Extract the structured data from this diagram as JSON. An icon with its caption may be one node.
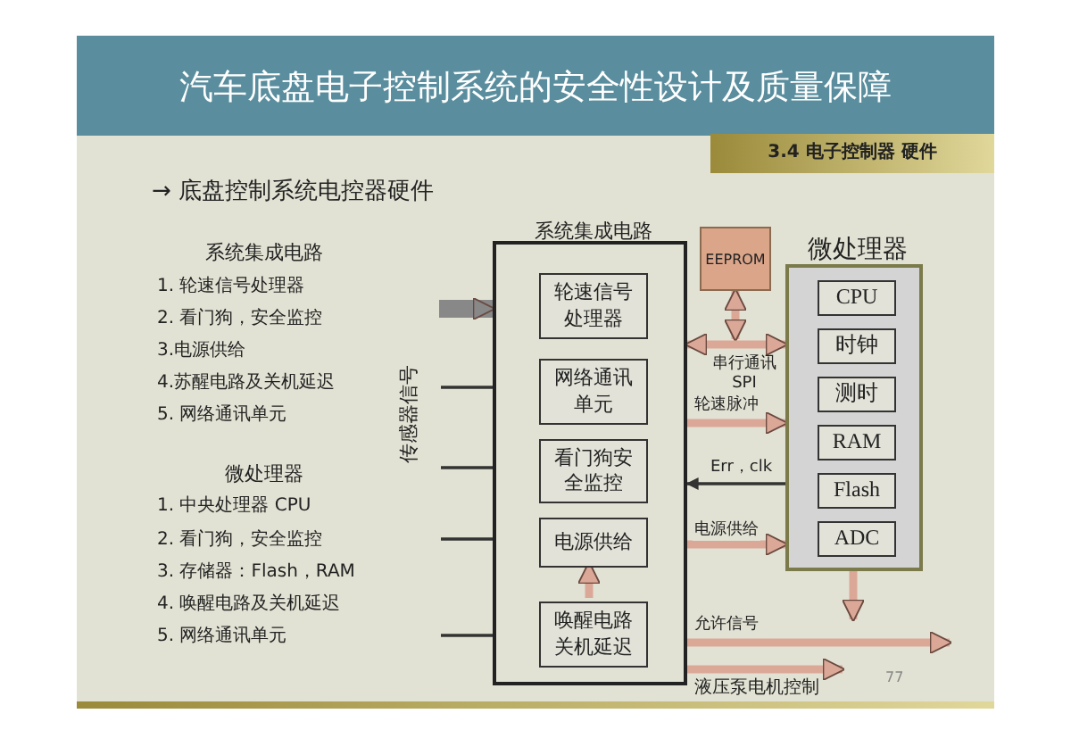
{
  "diagram": {
    "title": "汽车底盘电子控制系统的安全性设计及质量保障",
    "nodes": [
      {
        "text": [
          "系统集成电路"
        ]
      },
      {
        "text": [
          "轮速信号处理器"
        ],
        "in": 0
      },
      {
        "text": [
          "网络通讯单元"
        ],
        "in": 0
      },
      {
        "text": [
          "看门狗安全监控"
        ],
        "in": 0
      },
      {
        "text": [
          "电源供给"
        ],
        "in": 0
      },
      {
        "text": [
          "唤醒电路关机延迟"
        ],
        "in": 0
      },
      {
        "text": [
          "EEPROM"
        ]
      },
      {
        "text": [
          "微处理器"
        ]
      },
      {
        "text": [
          "CPU"
        ],
        "in": 7
      },
      {
        "text": [
          "时钟"
        ],
        "in": 7
      },
      {
        "text": [
          "测时"
        ],
        "in": 7
      },
      {
        "text": [
          "RAM"
        ],
        "in": 7
      },
      {
        "text": [
          "Flash"
        ],
        "in": 7
      },
      {
        "text": [
          "ADC"
        ],
        "in": 7
      }
    ],
    "edges": [
      {
        "from": null,
        "to": 0,
        "arrow": "to",
        "style": "thick",
        "color": "#888888"
      },
      {
        "from": null,
        "to": 0,
        "arrow": "none",
        "color": "#333333"
      },
      {
        "from": null,
        "to": 0,
        "arrow": "none",
        "color": "#333333"
      },
      {
        "from": null,
        "to": 0,
        "arrow": "none",
        "color": "#333333"
      },
      {
        "from": null,
        "to": 0,
        "arrow": "none",
        "color": "#333333"
      },
      {
        "from": 5,
        "to": 4,
        "arrow": "to"
      },
      {
        "from": 6,
        "to": null,
        "arrow": "both"
      },
      {
        "from": 0,
        "to": 7,
        "arrow": "both",
        "label": "串行通讯 SPI"
      },
      {
        "from": 0,
        "to": 7,
        "arrow": "to",
        "label": "轮速脉冲"
      },
      {
        "from": 7,
        "to": 0,
        "arrow": "to",
        "color": "#333333",
        "label": "Err，clk"
      },
      {
        "from": 0,
        "to": 7,
        "arrow": "to",
        "label": "电源供给"
      },
      {
        "from": 7,
        "to": null,
        "arrow": "to"
      },
      {
        "from": 0,
        "to": null,
        "arrow": "to",
        "label": "允许信号"
      },
      {
        "from": 0,
        "to": null,
        "arrow": "to",
        "label": "液压泵电机控制"
      }
    ],
    "labels": [
      "3.4 电子控制器 硬件",
      "→ 底盘控制系统电控器硬件",
      "系统集成电路",
      "1. 轮速信号处理器",
      "2. 看门狗，安全监控",
      "3.电源供给",
      "4.苏醒电路及关机延迟",
      "5. 网络通讯单元",
      "微处理器",
      "1. 中央处理器 CPU",
      "2. 看门狗，安全监控",
      "3. 存储器：Flash，RAM",
      "4. 唤醒电路及关机延迟",
      "5. 网络通讯单元",
      "传感器信号",
      "77"
    ]
  }
}
